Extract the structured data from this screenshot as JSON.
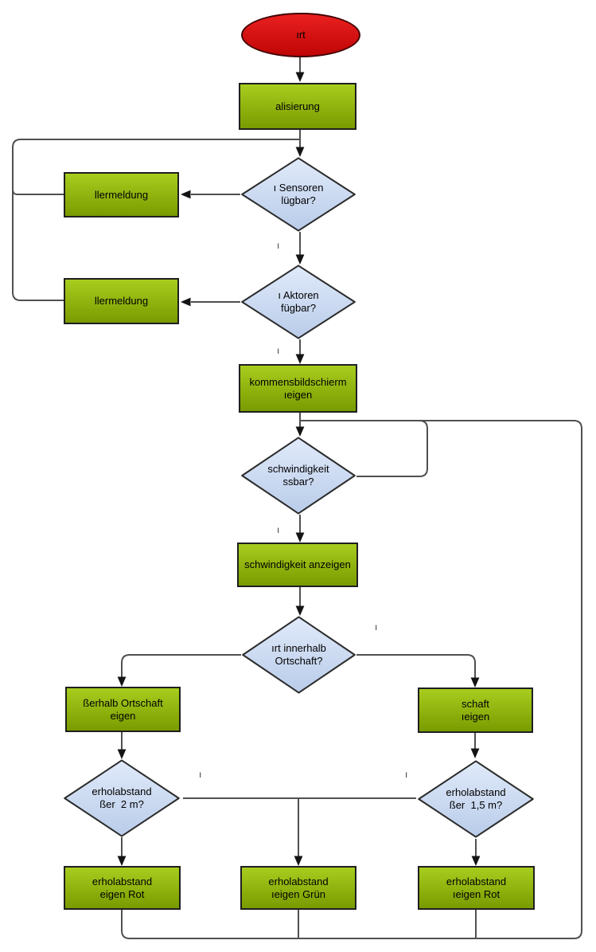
{
  "diagram_type": "flowchart",
  "colors": {
    "start_fill_top": "#ea2020",
    "start_fill_bottom": "#c00505",
    "process_fill_top": "#a8cd1e",
    "process_fill_bottom": "#7a9b00",
    "decision_fill_top": "#e0eafa",
    "decision_fill_bottom": "#b9cce9",
    "shape_stroke": "#1f1f1f",
    "connector": "#505050",
    "arrowhead": "#141414"
  },
  "nodes": {
    "start": {
      "type": "terminator",
      "lines": [
        "ırt"
      ]
    },
    "init": {
      "type": "process",
      "lines": [
        "alisierung"
      ]
    },
    "sensors_check": {
      "type": "decision",
      "lines": [
        "ı Sensoren",
        "lügbar?"
      ]
    },
    "error1": {
      "type": "process",
      "lines": [
        "llermeldung"
      ]
    },
    "actuators_check": {
      "type": "decision",
      "lines": [
        "ı Aktoren",
        "fügbar?"
      ]
    },
    "error2": {
      "type": "process",
      "lines": [
        "llermeldung"
      ]
    },
    "welcome": {
      "type": "process",
      "lines": [
        "kommensbildschierm",
        "ıeigen"
      ]
    },
    "speed_check": {
      "type": "decision",
      "lines": [
        "schwindigkeit",
        "ssbar?"
      ]
    },
    "speed_show": {
      "type": "process",
      "lines": [
        "schwindigkeit anzeigen"
      ]
    },
    "town_check": {
      "type": "decision",
      "lines": [
        "ırt innerhalb",
        "Ortschaft?"
      ]
    },
    "outside_town": {
      "type": "process",
      "lines": [
        "ßerhalb Ortschaft",
        "eigen"
      ]
    },
    "inside_town": {
      "type": "process",
      "lines": [
        "schaft",
        "ıeigen"
      ]
    },
    "dist2m_check": {
      "type": "decision",
      "lines": [
        "erholabstand",
        "ßer  2 m?"
      ]
    },
    "dist15m_check": {
      "type": "decision",
      "lines": [
        "erholabstand",
        "ßer  1,5 m?"
      ]
    },
    "dist_red_left": {
      "type": "process",
      "lines": [
        "erholabstand",
        "eigen Rot"
      ]
    },
    "dist_green": {
      "type": "process",
      "lines": [
        "erholabstand",
        "ıeigen Grün"
      ]
    },
    "dist_red_right": {
      "type": "process",
      "lines": [
        "erholabstand",
        "ıeigen Rot"
      ]
    }
  },
  "edge_labels": [
    {
      "text": "ı"
    },
    {
      "text": "ı"
    },
    {
      "text": "ı"
    },
    {
      "text": "ı"
    },
    {
      "text": "ı"
    },
    {
      "text": "ı"
    }
  ]
}
